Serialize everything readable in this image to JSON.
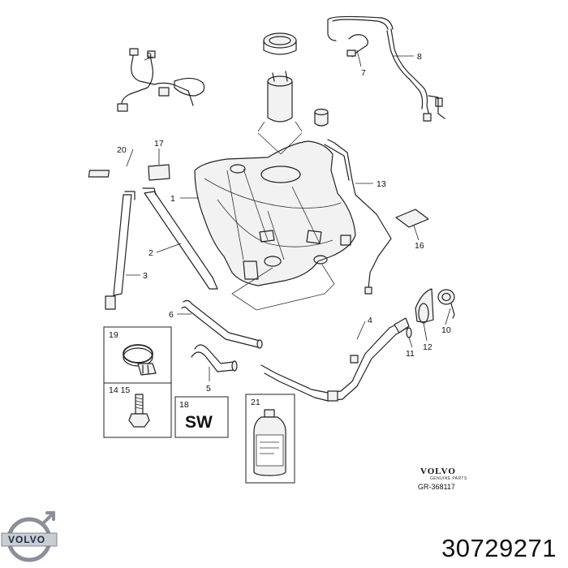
{
  "diagram": {
    "callouts": [
      {
        "id": "c1",
        "text": "1"
      },
      {
        "id": "c2",
        "text": "2"
      },
      {
        "id": "c3",
        "text": "3"
      },
      {
        "id": "c4",
        "text": "4"
      },
      {
        "id": "c5",
        "text": "5"
      },
      {
        "id": "c6",
        "text": "6"
      },
      {
        "id": "c7",
        "text": "7"
      },
      {
        "id": "c8",
        "text": "8"
      },
      {
        "id": "c9",
        "text": "9"
      },
      {
        "id": "c10",
        "text": "10"
      },
      {
        "id": "c11",
        "text": "11"
      },
      {
        "id": "c12",
        "text": "12"
      },
      {
        "id": "c13",
        "text": "13"
      },
      {
        "id": "c16",
        "text": "16"
      },
      {
        "id": "c17",
        "text": "17"
      },
      {
        "id": "c20",
        "text": "20"
      }
    ],
    "boxes": {
      "clamp_label": "19",
      "bolt_label": "14 15",
      "sw_label": "18",
      "sw_text": "SW",
      "bottle_label": "21"
    },
    "brand_stamp": {
      "name": "VOLVO",
      "subtitle": "GENUINE PARTS",
      "reference": "GR-368117"
    }
  },
  "footer": {
    "logo_text": "VOLVO",
    "part_number": "30729271"
  }
}
